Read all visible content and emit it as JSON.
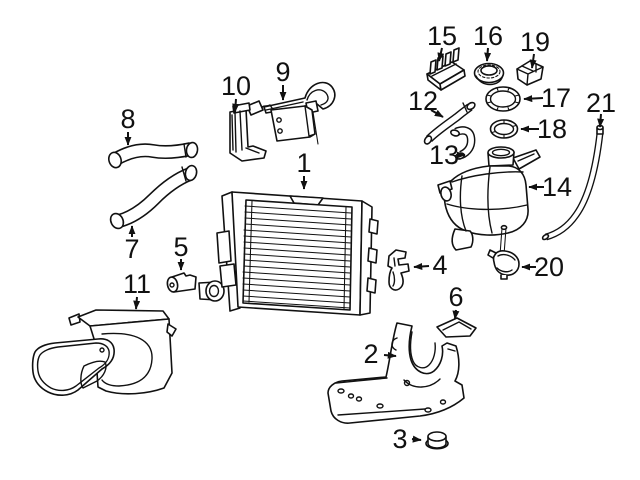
{
  "figure": {
    "background": "#ffffff",
    "line_color": "#111111"
  },
  "callouts": [
    {
      "label": "1"
    },
    {
      "label": "2"
    },
    {
      "label": "3"
    },
    {
      "label": "4"
    },
    {
      "label": "5"
    },
    {
      "label": "6"
    },
    {
      "label": "7"
    },
    {
      "label": "8"
    },
    {
      "label": "9"
    },
    {
      "label": "10"
    },
    {
      "label": "11"
    },
    {
      "label": "12"
    },
    {
      "label": "13"
    },
    {
      "label": "14"
    },
    {
      "label": "15"
    },
    {
      "label": "16"
    },
    {
      "label": "17"
    },
    {
      "label": "18"
    },
    {
      "label": "19"
    },
    {
      "label": "20"
    },
    {
      "label": "21"
    }
  ]
}
